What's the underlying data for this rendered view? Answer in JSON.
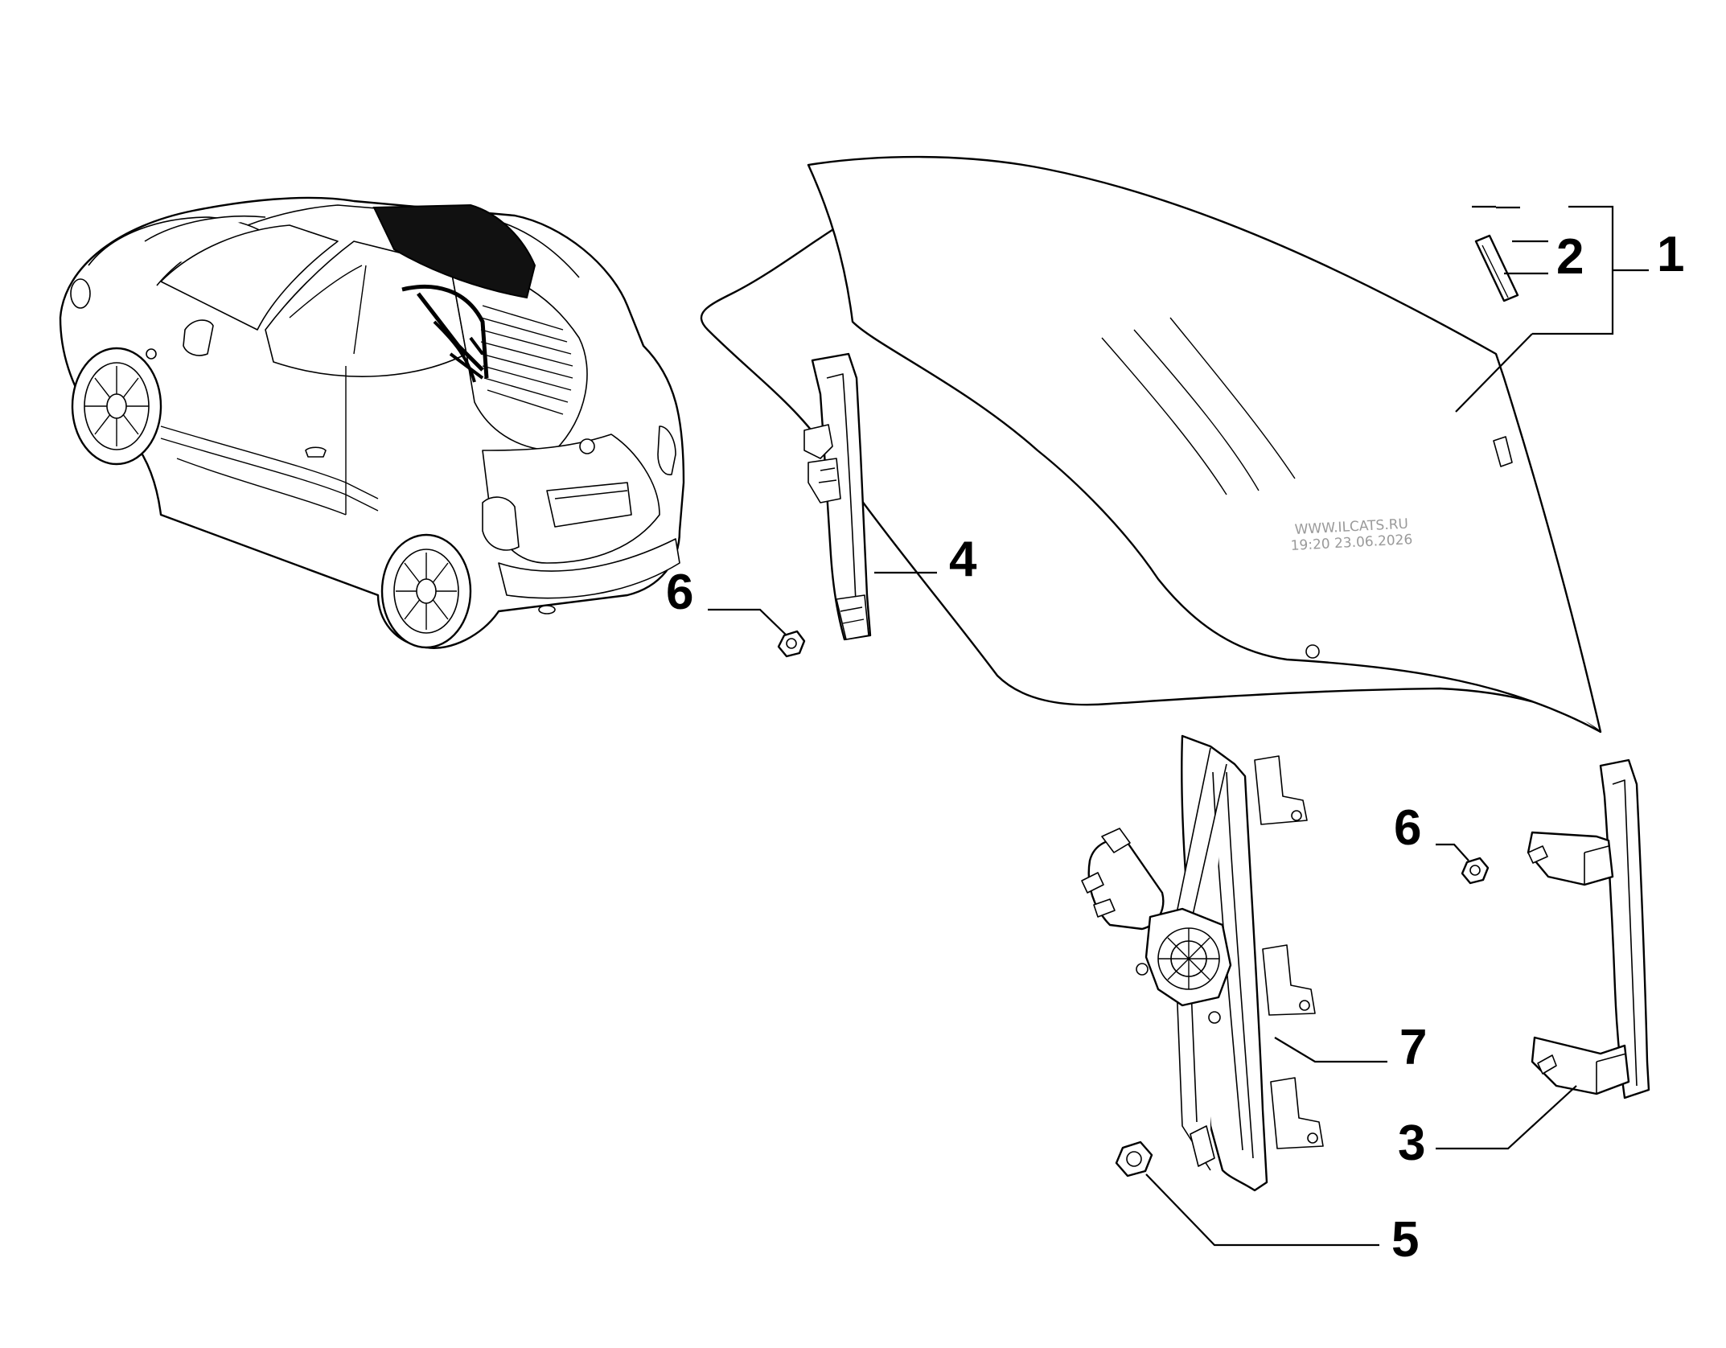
{
  "callouts": {
    "c1": "1",
    "c2": "2",
    "c3": "3",
    "c4": "4",
    "c5": "5",
    "c6a": "6",
    "c6b": "6",
    "c7": "7"
  },
  "watermark": {
    "line1": "WWW.ILCATS.RU",
    "line2": "19:20 23.06.2026"
  },
  "colors": {
    "ink": "#000000",
    "background": "#ffffff",
    "watermark": "#9a9a9a",
    "highlight": "#111111"
  }
}
